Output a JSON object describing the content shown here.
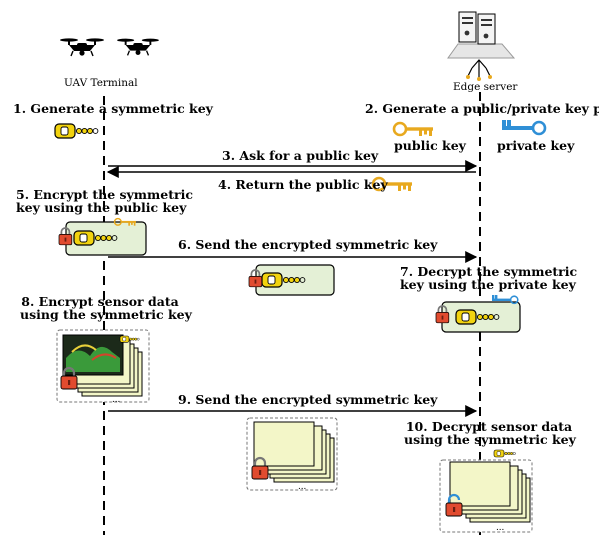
{
  "actors": {
    "uav": "UAV Terminal",
    "edge": "Edge server"
  },
  "steps": {
    "s1": "1. Generate a symmetric key",
    "s2": "2. Generate a public/private key pair",
    "s3": "3. Ask for a public key",
    "s4": "4. Return the public key",
    "s5a": "5. Encrypt the symmetric",
    "s5b": "key using the public key",
    "s6": "6. Send the encrypted symmetric key",
    "s7a": "7. Decrypt the symmetric",
    "s7b": "key using the private key",
    "s8a": "8. Encrypt sensor data",
    "s8b": "using the symmetric key",
    "s9": "9. Send the encrypted symmetric key",
    "s10a": "10. Decrypt sensor data",
    "s10b": "using the symmetric key"
  },
  "keys": {
    "public_label": "public key",
    "private_label": "private key"
  },
  "ellipsis": "...",
  "colors": {
    "symmetric_key": "#f2d30f",
    "public_key": "#e8a91e",
    "private_key": "#2f8fd6",
    "lock": "#e14b2f",
    "document": "#f3f6c8",
    "card": "#e4f0d6"
  },
  "icons": [
    "drone-icon",
    "drone-icon",
    "server-icon",
    "symmetric-key-icon",
    "public-key-icon",
    "private-key-icon",
    "padlock-icon",
    "document-stack-icon"
  ]
}
